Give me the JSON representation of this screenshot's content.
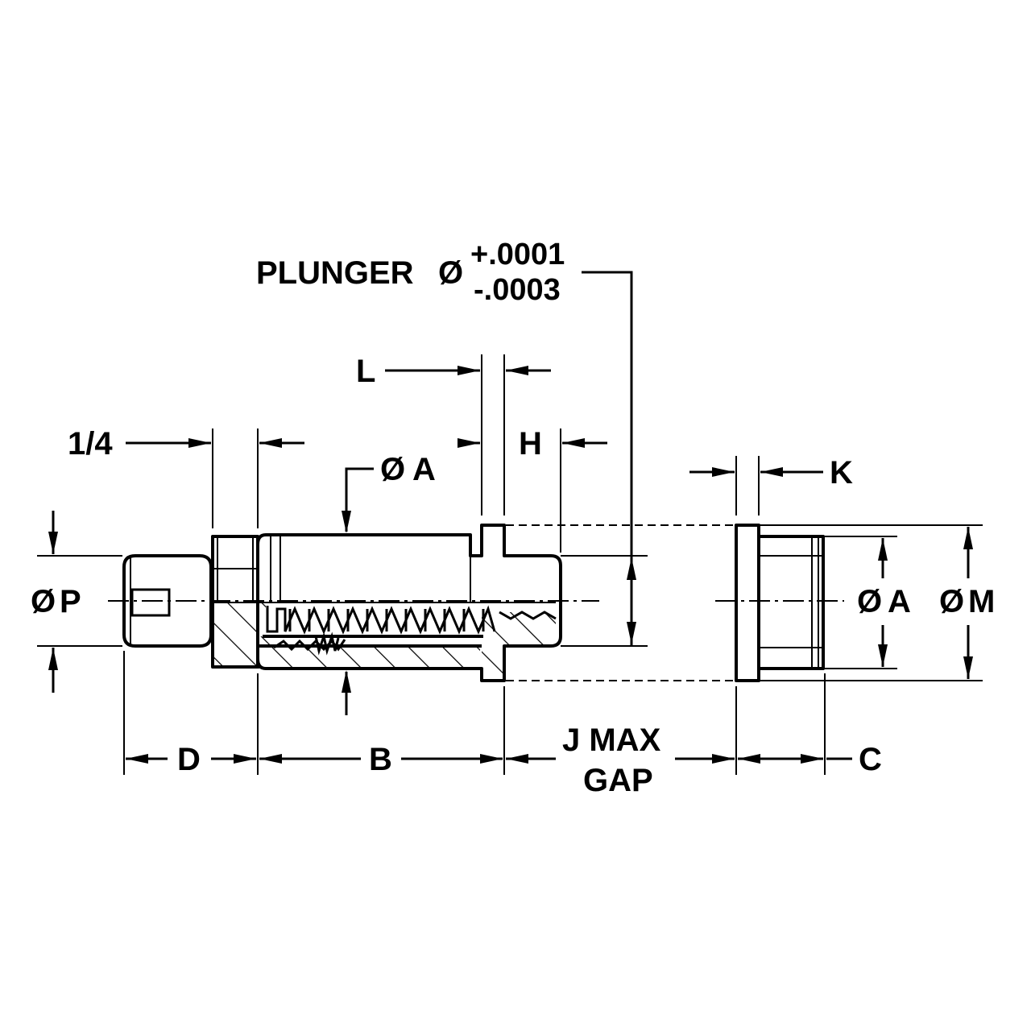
{
  "labels": {
    "plunger": "PLUNGER",
    "diameter_symbol": "Ø",
    "tol_plus": "+.0001",
    "tol_minus": "-.0003",
    "l": "L",
    "quarter": "1/4",
    "h": "H",
    "dia_a_top": "A",
    "k": "K",
    "dia_p": "P",
    "dia_a_right": "A",
    "dia_m": "M",
    "d": "D",
    "b": "B",
    "j_max": "J MAX",
    "gap": "GAP",
    "c": "C"
  }
}
